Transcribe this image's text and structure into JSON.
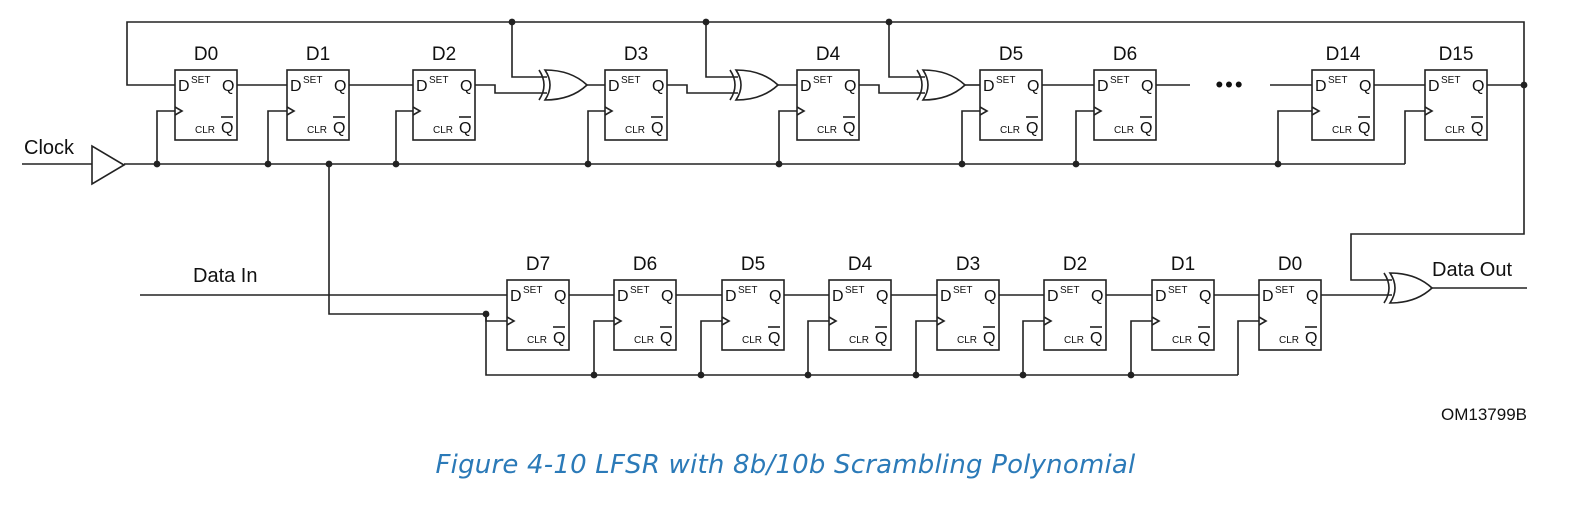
{
  "diagram": {
    "clock_label": "Clock",
    "data_in_label": "Data In",
    "data_out_label": "Data Out",
    "drawing_code": "OM13799B",
    "ellipsis": "•••",
    "ff_pins": {
      "d": "D",
      "set": "SET",
      "q": "Q",
      "clr": "CLR",
      "qbar": "Q"
    },
    "lfsr_registers": [
      "D0",
      "D1",
      "D2",
      "D3",
      "D4",
      "D5",
      "D6",
      "D14",
      "D15"
    ],
    "data_registers": [
      "D7",
      "D6",
      "D5",
      "D4",
      "D3",
      "D2",
      "D1",
      "D0"
    ],
    "xor_gate_count": 4
  },
  "caption": "Figure  4-10  LFSR with 8b/10b Scrambling Polynomial"
}
